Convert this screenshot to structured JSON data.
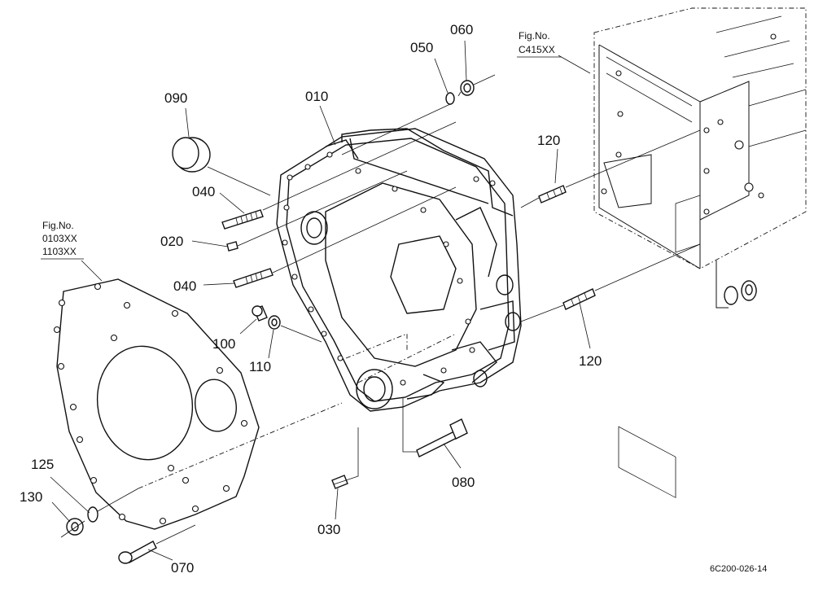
{
  "figure_refs": {
    "ref_left_label": "Fig.No.",
    "ref_left_line1": "0103XX",
    "ref_left_line2": "1103XX",
    "ref_right_label": "Fig.No.",
    "ref_right_line1": "C415XX"
  },
  "callouts": {
    "p010": "010",
    "p020": "020",
    "p030": "030",
    "p040_upper": "040",
    "p040_lower": "040",
    "p050": "050",
    "p060": "060",
    "p070": "070",
    "p080": "080",
    "p090": "090",
    "p100": "100",
    "p110": "110",
    "p120_upper": "120",
    "p120_lower": "120",
    "p125": "125",
    "p130": "130"
  },
  "diagram_code": "6C200-026-14"
}
